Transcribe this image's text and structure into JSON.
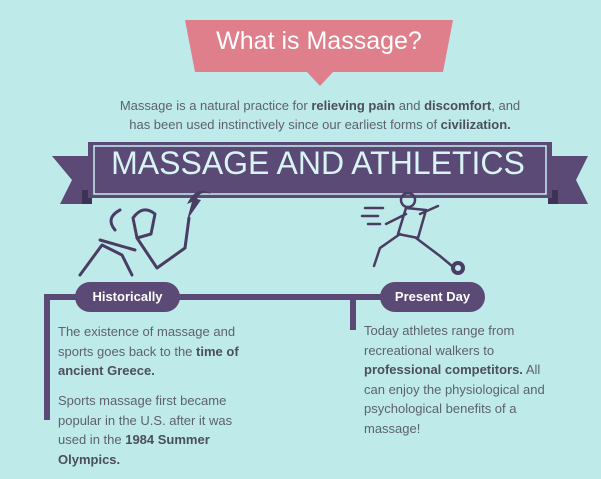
{
  "title": "What is Massage?",
  "intro": {
    "line1": [
      {
        "t": "Massage is a natural practice for ",
        "b": false
      },
      {
        "t": "relieving pain",
        "b": true
      },
      {
        "t": " and ",
        "b": false
      },
      {
        "t": "discomfort",
        "b": true
      },
      {
        "t": ", and",
        "b": false
      }
    ],
    "line2": [
      {
        "t": "has been used instinctively since our earliest forms of ",
        "b": false
      },
      {
        "t": "civilization.",
        "b": true
      }
    ]
  },
  "section_title": "MASSAGE AND ATHLETICS",
  "timeline": {
    "historically": {
      "label": "Historically",
      "p1": [
        {
          "t": "The existence of massage and sports goes back to the ",
          "b": false
        },
        {
          "t": "time of ancient Greece.",
          "b": true
        }
      ],
      "p2": [
        {
          "t": "Sports massage first became popular in the U.S. after it was used in the ",
          "b": false
        },
        {
          "t": "1984 Summer Olympics.",
          "b": true
        }
      ]
    },
    "present": {
      "label": "Present Day",
      "p1": [
        {
          "t": "Today athletes range from recreational walkers to ",
          "b": false
        },
        {
          "t": "professional competitors.",
          "b": true
        },
        {
          "t": " All can enjoy the physiological and psychological benefits of a massage!",
          "b": false
        }
      ]
    }
  },
  "colors": {
    "background": "#bfeaea",
    "pink": "#de7f8b",
    "purple": "#5a4a75",
    "text": "#5d6170"
  }
}
